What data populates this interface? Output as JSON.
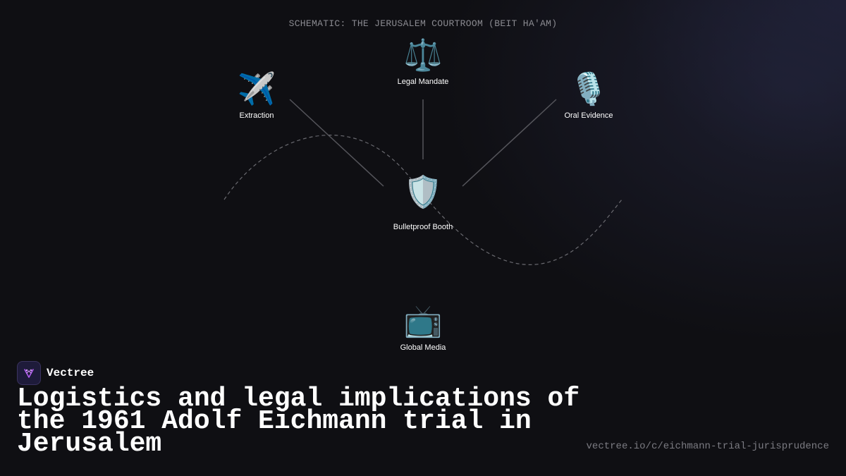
{
  "diagram": {
    "heading": "SCHEMATIC: THE JERUSALEM COURTROOM (BEIT HA'AM)",
    "nodes": {
      "legal_mandate": {
        "icon": "scales-icon",
        "glyph": "⚖️",
        "label": "Legal Mandate"
      },
      "extraction": {
        "icon": "airplane-icon",
        "glyph": "✈️",
        "label": "Extraction"
      },
      "oral_evidence": {
        "icon": "microphone-icon",
        "glyph": "🎙️",
        "label": "Oral Evidence"
      },
      "bulletproof_booth": {
        "icon": "shield-icon",
        "glyph": "🛡️",
        "label": "Bulletproof Booth"
      },
      "global_media": {
        "icon": "television-icon",
        "glyph": "📺",
        "label": "Global Media"
      }
    }
  },
  "brand": {
    "name": "Vectree",
    "logo_icon": "vectree-logo-icon",
    "accent": "#b15cf0"
  },
  "title": "Logistics and legal implications of the 1961 Adolf Eichmann trial in Jerusalem",
  "url": "vectree.io/c/eichmann-trial-jurisprudence",
  "colors": {
    "background": "#0f0f13",
    "connector": "#5a5a60",
    "muted_text": "#8a8a90"
  }
}
